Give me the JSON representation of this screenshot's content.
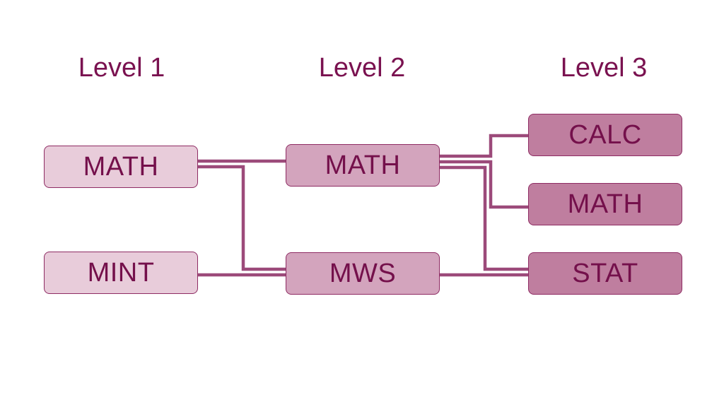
{
  "levels": [
    {
      "label": "Level 1"
    },
    {
      "label": "Level 2"
    },
    {
      "label": "Level 3"
    }
  ],
  "nodes": {
    "l1_math": {
      "label": "MATH"
    },
    "l1_mint": {
      "label": "MINT"
    },
    "l2_math": {
      "label": "MATH"
    },
    "l2_mws": {
      "label": "MWS"
    },
    "l3_calc": {
      "label": "CALC"
    },
    "l3_math": {
      "label": "MATH"
    },
    "l3_stat": {
      "label": "STAT"
    }
  },
  "edges": [
    {
      "from": "l1_math",
      "to": "l2_math"
    },
    {
      "from": "l1_math",
      "to": "l2_mws"
    },
    {
      "from": "l1_mint",
      "to": "l2_mws"
    },
    {
      "from": "l2_math",
      "to": "l3_calc"
    },
    {
      "from": "l2_math",
      "to": "l3_math"
    },
    {
      "from": "l2_math",
      "to": "l3_stat"
    },
    {
      "from": "l2_mws",
      "to": "l3_stat"
    }
  ],
  "colors": {
    "heading_text": "#7a1250",
    "connector": "#9c4a7a",
    "node_border": "#8e2b63",
    "node_text": "#74104b",
    "level1_fill": "#e8ccda",
    "level2_fill": "#d3a4bd",
    "level3_fill": "#bf7e9f"
  }
}
